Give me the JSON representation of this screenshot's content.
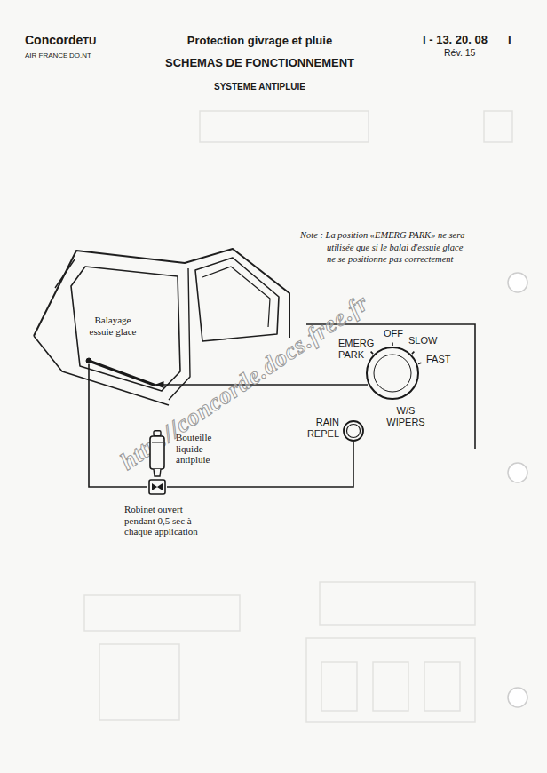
{
  "diagram": {
    "title": "Protection givrage et pluie",
    "nodes": [
      {
        "text": [
          "Balayage essuie glace"
        ]
      },
      {
        "text": [
          "EMERG PARK",
          "OFF",
          "SLOW",
          "FAST",
          "W/S WIPERS"
        ]
      },
      {
        "text": [
          "Bouteille liquide antipluie"
        ]
      },
      {
        "text": [
          "RAIN REPEL"
        ]
      },
      {
        "text": [
          "Robinet ouvert pendant 0,5 sec à chaque application"
        ]
      }
    ],
    "edges": [
      {
        "from": 1,
        "to": 0,
        "arrow": "to"
      },
      {
        "from": 3,
        "to": 4,
        "arrow": "none"
      },
      {
        "from": 4,
        "to": 0,
        "arrow": "none"
      }
    ],
    "labels": [
      "Concorde",
      "TU",
      "AIR FRANCE",
      "DO.NT",
      "SCHEMAS DE FONCTIONNEMENT",
      "SYSTEME ANTIPLUIE",
      "I - 13. 20. 08",
      "I",
      "Rév. 15",
      "Note : La position «EMERG PARK» ne sera utilisée que si le balai d'essuie glace ne se positionne pas correctement",
      "http://concorde.docs.free.fr"
    ]
  }
}
